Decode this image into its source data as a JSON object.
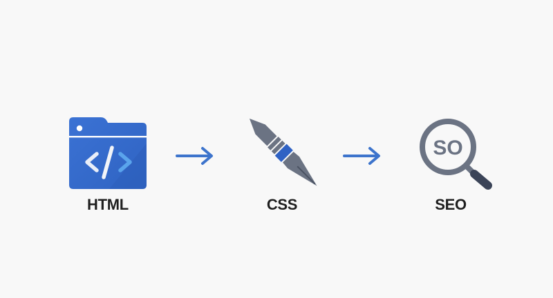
{
  "diagram": {
    "type": "flow",
    "direction": "left-to-right",
    "nodes": [
      {
        "id": "html",
        "label": "HTML",
        "icon": "browser-code-icon",
        "icon_glyph": "</>"
      },
      {
        "id": "css",
        "label": "CSS",
        "icon": "pen-nib-icon"
      },
      {
        "id": "seo",
        "label": "SEO",
        "icon": "magnifier-icon",
        "icon_text": "SO"
      }
    ],
    "edges": [
      {
        "from": "html",
        "to": "css",
        "icon": "arrow-right-icon"
      },
      {
        "from": "css",
        "to": "seo",
        "icon": "arrow-right-icon"
      }
    ]
  },
  "colors": {
    "background": "#f8f8f8",
    "primary_blue": "#3a70d2",
    "dark_blue": "#2a5cb8",
    "arrow_blue": "#3d74cc",
    "gray": "#6b7383",
    "dark_gray": "#3b4458",
    "label_text": "#1f1f1f"
  }
}
